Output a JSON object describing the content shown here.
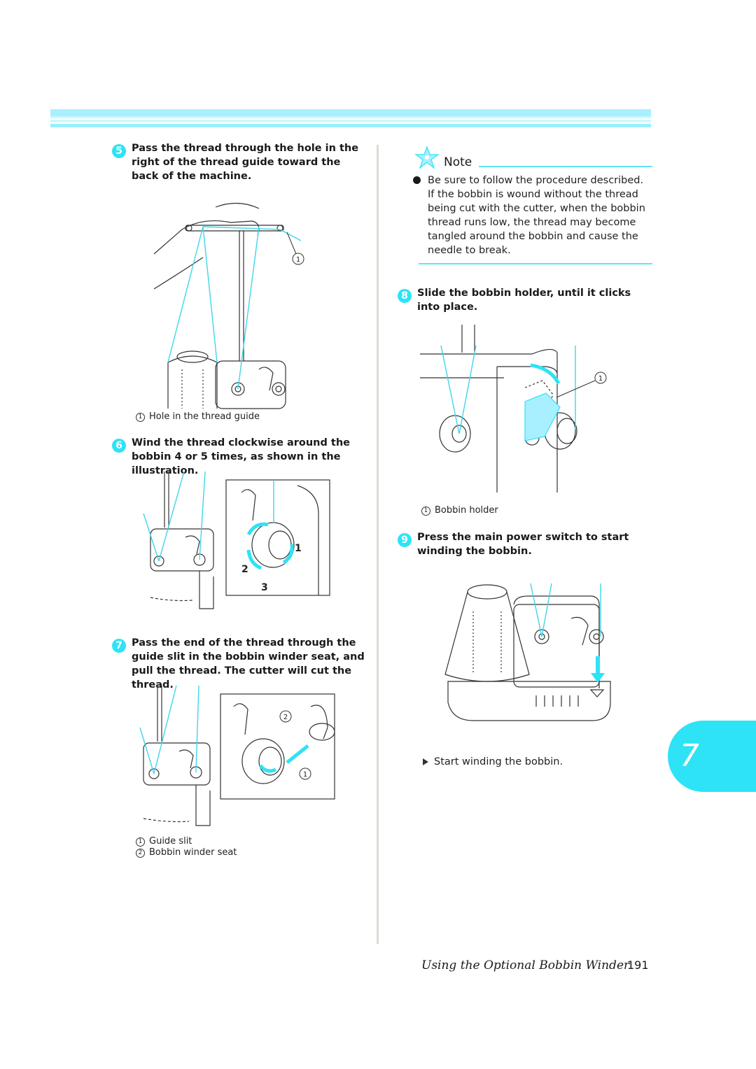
{
  "steps": {
    "s5": {
      "num": "5",
      "text": "Pass the thread through the hole in the right of the thread guide toward the back of the machine."
    },
    "s6": {
      "num": "6",
      "text": "Wind the thread clockwise around the bobbin 4 or 5 times, as shown in the illustration."
    },
    "s7": {
      "num": "7",
      "text": "Pass the end of the thread through the guide slit in the bobbin winder seat, and pull the thread. The cutter will cut the thread."
    },
    "s8": {
      "num": "8",
      "text": "Slide the bobbin holder, until it clicks into place."
    },
    "s9": {
      "num": "9",
      "text": "Press the main power switch to start winding the bobbin."
    }
  },
  "captions": {
    "fig5_1": {
      "num": "1",
      "text": "Hole in the thread guide"
    },
    "fig7_1": {
      "num": "1",
      "text": "Guide slit"
    },
    "fig7_2": {
      "num": "2",
      "text": "Bobbin winder seat"
    },
    "fig8_1": {
      "num": "1",
      "text": "Bobbin holder"
    },
    "result9": "Start winding the bobbin."
  },
  "figure_labels": {
    "fig5_callout": "1",
    "fig6_a": "1",
    "fig6_b": "2",
    "fig6_c": "3",
    "fig7_callout1": "1",
    "fig7_callout2": "2",
    "fig8_callout": "1"
  },
  "note": {
    "title": "Note",
    "text": "Be sure to follow the procedure described. If the bobbin is wound without the thread being cut with the cutter, when the bobbin thread runs low, the thread may become tangled around the bobbin and cause the needle to break."
  },
  "footer": {
    "section": "Using the Optional Bobbin Winder",
    "page": "191"
  },
  "chapter": "7",
  "colors": {
    "accent": "#2ee3f6",
    "thread": "#3fd6ea",
    "divider": "#d6dfd3"
  }
}
